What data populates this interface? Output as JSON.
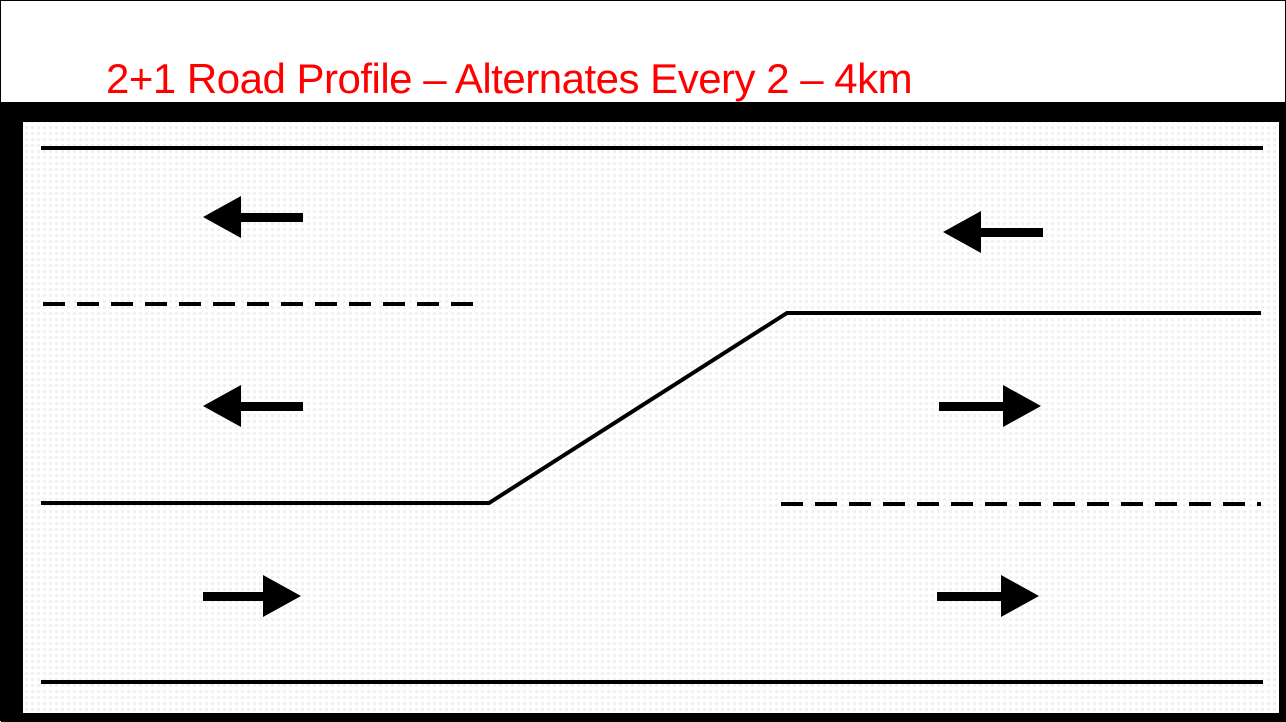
{
  "slide": {
    "title": "2+1 Road Profile – Alternates Every 2 – 4km",
    "title_color": "#ff0000"
  },
  "diagram": {
    "frame_color": "#000000",
    "road_color": "#ffffff",
    "line_color": "#000000",
    "arrows": [
      {
        "name": "arrow-left-top-left",
        "direction": "left"
      },
      {
        "name": "arrow-left-top-right",
        "direction": "left"
      },
      {
        "name": "arrow-left-middle-left",
        "direction": "left"
      },
      {
        "name": "arrow-right-middle-right",
        "direction": "right"
      },
      {
        "name": "arrow-right-bottom-left",
        "direction": "right"
      },
      {
        "name": "arrow-right-bottom-right",
        "direction": "right"
      }
    ]
  }
}
